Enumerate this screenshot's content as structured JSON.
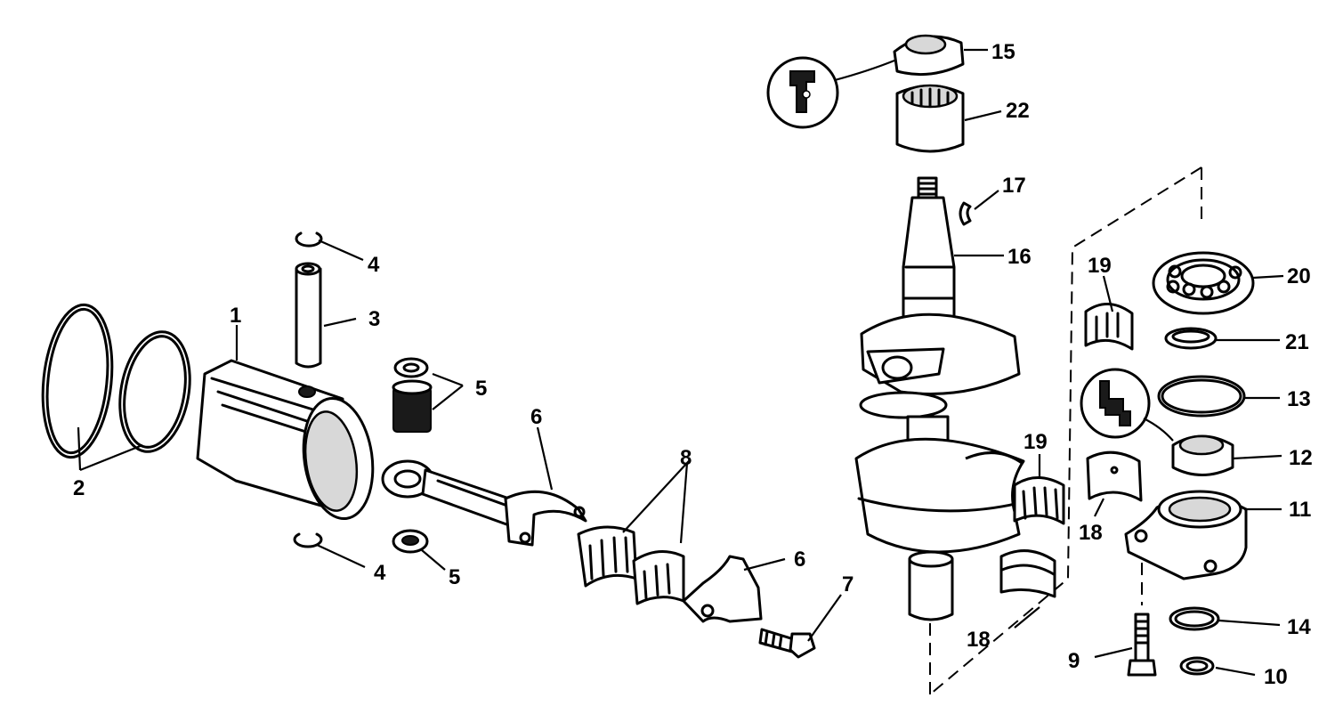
{
  "callouts": {
    "c1": "1",
    "c2": "2",
    "c3": "3",
    "c4a": "4",
    "c4b": "4",
    "c5a": "5",
    "c5b": "5",
    "c6a": "6",
    "c6b": "6",
    "c7": "7",
    "c8": "8",
    "c9": "9",
    "c10": "10",
    "c11": "11",
    "c12": "12",
    "c13": "13",
    "c14": "14",
    "c15": "15",
    "c16": "16",
    "c17": "17",
    "c18a": "18",
    "c18b": "18",
    "c19a": "19",
    "c19b": "19",
    "c20": "20",
    "c21": "21",
    "c22": "22"
  },
  "icons": {
    "seal_detail": "seal-orientation-icon",
    "lip_detail": "seal-lip-direction-icon"
  },
  "colors": {
    "ink": "#000000",
    "paper": "#ffffff"
  }
}
